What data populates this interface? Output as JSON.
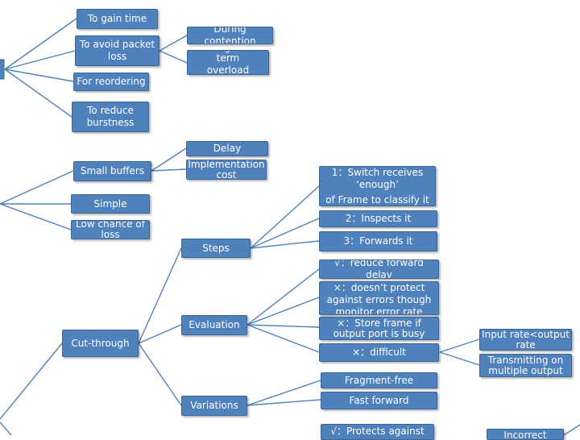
{
  "colors": {
    "node_fill": "#4f81bd",
    "line": "#4f81bd",
    "text": "#ffffff"
  },
  "nodes": {
    "to_gain_time": "To gain time",
    "to_avoid_packet_loss": "To avoid packet loss",
    "during_contention": "During  contention",
    "during_short_term": "During short term",
    "overload": "overload",
    "for_reordering": "For reordering",
    "to_reduce_burstness": "To reduce burstness",
    "small_buffers": "Small buffers",
    "delay": "Delay",
    "implementation_cost": "Implementation cost",
    "simple": "Simple",
    "low_chance_of_loss": "Low chance of loss",
    "steps": "Steps",
    "step1_line1": "1：Switch receives ‘enough’",
    "step1_line2": "of Frame to classify it",
    "step2": "2：Inspects it",
    "step3": "3：Forwards it",
    "eval_reduce_delay": "√：reduce forward delay",
    "eval_no_protect": "×：doesn’t protect against errors though monitor error rate",
    "eval_store_frame": "×：Store frame if output port is busy",
    "eval_difficult": "×：difficult",
    "input_rate": "Input rate<output rate",
    "transmitting_multiple": "Transmitting on multiple output",
    "evaluation": "Evaluation",
    "cut_through": "Cut-through",
    "fragment_free": "Fragment-free",
    "fast_forward": "Fast forward",
    "variations": "Variations",
    "protects_against": "√：Protects against",
    "incorrect_length": "Incorrect length"
  }
}
